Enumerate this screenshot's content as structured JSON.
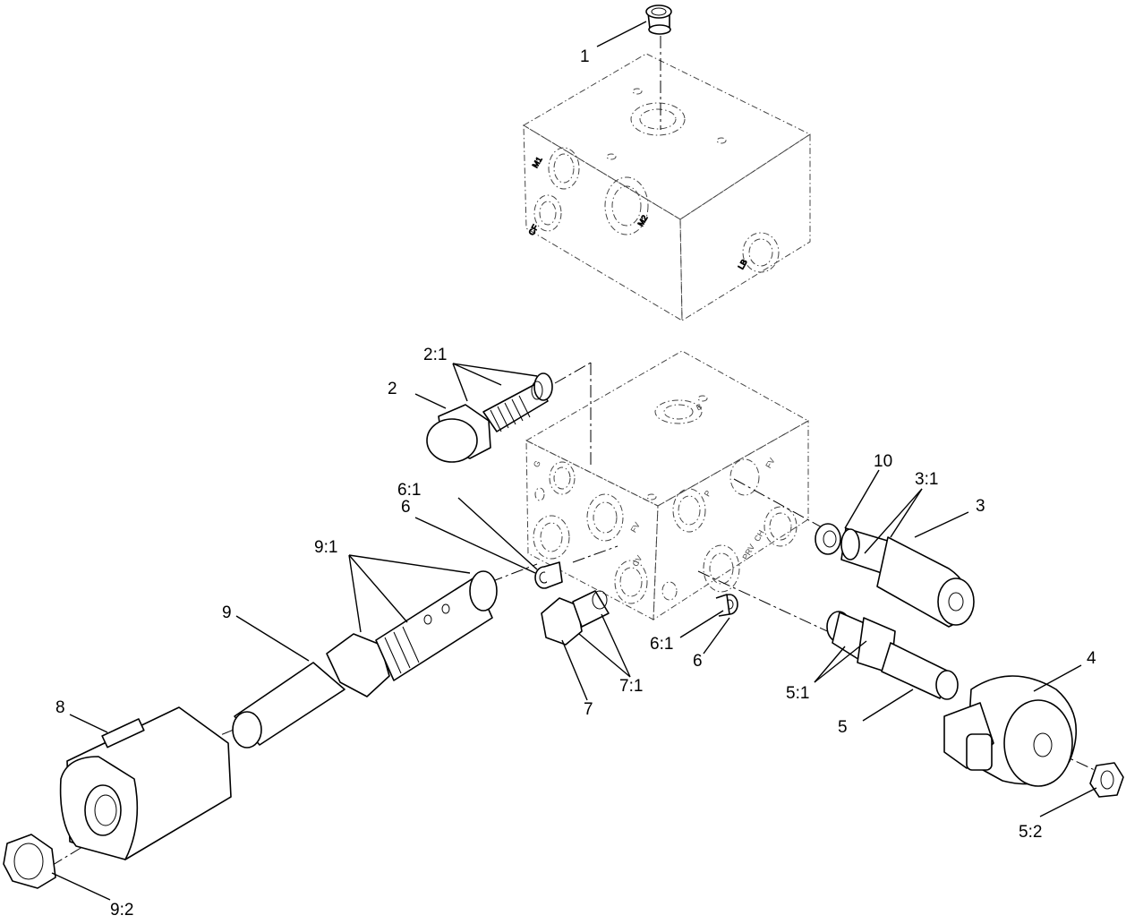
{
  "callouts": {
    "c1": "1",
    "c2": "2",
    "c2_1": "2:1",
    "c3": "3",
    "c3_1": "3:1",
    "c4": "4",
    "c5": "5",
    "c5_1": "5:1",
    "c5_2": "5:2",
    "c6_upper": "6",
    "c6_1_upper": "6:1",
    "c6_1_lower": "6:1",
    "c6_lower": "6",
    "c7": "7",
    "c7_1": "7:1",
    "c8": "8",
    "c9": "9",
    "c9_1": "9:1",
    "c9_2": "9:2",
    "c10": "10"
  },
  "port_marks": {
    "m1": "M1",
    "m2": "M2",
    "cf": "CF",
    "lb": "LB",
    "b": "B",
    "fv": "FV",
    "ch": "CH",
    "prv": "PRV",
    "cv": "CV",
    "p": "P",
    "g": "G",
    "fv2": "FV"
  }
}
